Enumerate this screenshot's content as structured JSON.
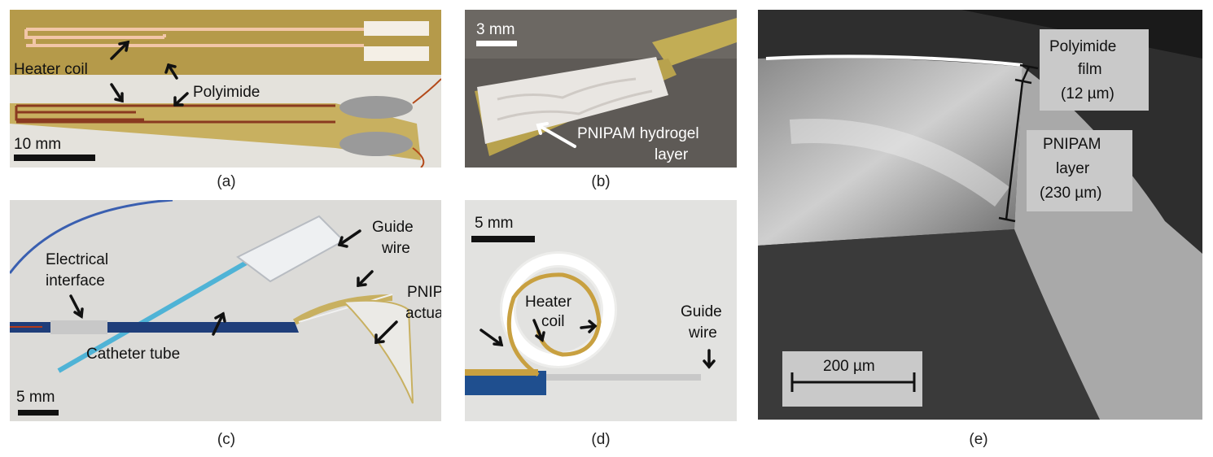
{
  "panels": {
    "a": {
      "caption": "(a)",
      "scale_bar": "10 mm",
      "labels": {
        "heater_coil": "Heater coil",
        "polyimide": "Polyimide"
      }
    },
    "b": {
      "caption": "(b)",
      "scale_bar": "3 mm",
      "labels": {
        "hydrogel_line1": "PNIPAM  hydrogel",
        "hydrogel_line2": "layer"
      }
    },
    "c": {
      "caption": "(c)",
      "scale_bar": "5 mm",
      "labels": {
        "electrical_line1": "Electrical",
        "electrical_line2": "interface",
        "guide_line1": "Guide",
        "guide_line2": "wire",
        "actuator_line1": "PNIPAM",
        "actuator_line2": "actuator",
        "catheter": "Catheter tube"
      }
    },
    "d": {
      "caption": "(d)",
      "scale_bar": "5 mm",
      "labels": {
        "heater_line1": "Heater",
        "heater_line2": "coil",
        "guide_line1": "Guide",
        "guide_line2": "wire"
      }
    },
    "e": {
      "caption": "(e)",
      "scale_bar": "200 µm",
      "labels": {
        "film_line1": "Polyimide",
        "film_line2": "film",
        "film_line3": "(12 µm)",
        "layer_line1": "PNIPAM",
        "layer_line2": "layer",
        "layer_line3": "(230 µm)"
      }
    }
  }
}
